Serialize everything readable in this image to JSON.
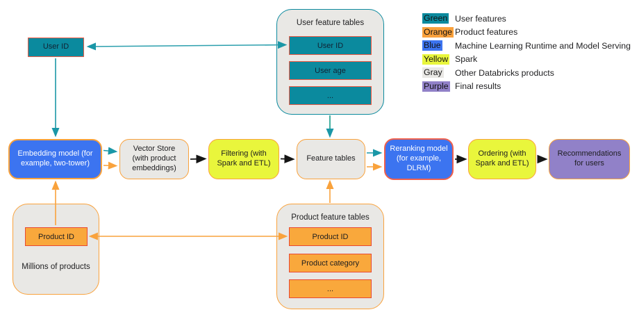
{
  "legend": {
    "items": [
      {
        "color_name": "Green",
        "color_hex": "#0b8a9e",
        "label": "User features"
      },
      {
        "color_name": "Orange",
        "color_hex": "#f9a13c",
        "label": "Product features"
      },
      {
        "color_name": "Blue",
        "color_hex": "#3c74f0",
        "label": "Machine Learning Runtime and Model Serving"
      },
      {
        "color_name": "Yellow",
        "color_hex": "#e9f63c",
        "label": "Spark"
      },
      {
        "color_name": "Gray",
        "color_hex": "#e9e8e5",
        "label": "Other Databricks products"
      },
      {
        "color_name": "Purple",
        "color_hex": "#9181c8",
        "label": "Final results"
      }
    ]
  },
  "nodes": {
    "user_id_top": "User ID",
    "embedding_model": "Embedding model (for example, two-tower)",
    "vector_store": "Vector Store (with product embeddings)",
    "filtering": "Filtering (with Spark and ETL)",
    "feature_tables": "Feature tables",
    "reranking_model": "Reranking model (for example, DLRM)",
    "ordering": "Ordering (with Spark and ETL)",
    "recommendations": "Recommendations for users"
  },
  "user_feature_tables": {
    "title": "User feature tables",
    "rows": [
      "User ID",
      "User age",
      "..."
    ]
  },
  "product_feature_tables": {
    "title": "Product feature tables",
    "rows": [
      "Product ID",
      "Product category",
      "..."
    ]
  },
  "millions_of_products": {
    "label": "Millions of products",
    "product_id": "Product ID"
  },
  "colors": {
    "teal": "#0b8a9e",
    "orange": "#f9a13c",
    "blue": "#3c74f0",
    "yellow": "#e9f63c",
    "gray": "#e9e8e5",
    "purple": "#9181c8",
    "teal_box_border": "#ee5a44",
    "orange_box_border": "#e84934",
    "reranking_border": "#f0604c",
    "arrow_black": "#151515"
  }
}
